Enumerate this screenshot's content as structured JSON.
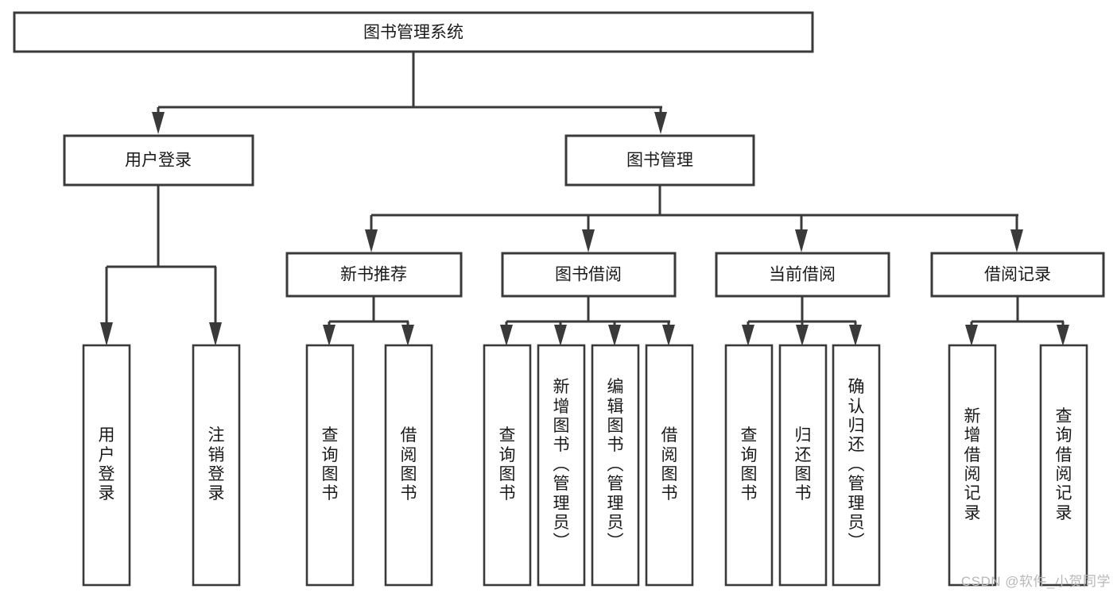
{
  "diagram": {
    "title": "图书管理系统",
    "type": "hierarchy-tree",
    "watermark": "CSDN @软件_小贺同学",
    "colors": {
      "stroke": "#3a3a3a",
      "fill": "#ffffff",
      "text": "#1a1a1a",
      "watermark": "#b8b8b8"
    },
    "levels": {
      "root": {
        "label": "图书管理系统"
      },
      "level2": [
        {
          "label": "用户登录"
        },
        {
          "label": "图书管理"
        }
      ],
      "level3": [
        {
          "label": "新书推荐"
        },
        {
          "label": "图书借阅"
        },
        {
          "label": "当前借阅"
        },
        {
          "label": "借阅记录"
        }
      ],
      "leaves": {
        "user_login": [
          {
            "label": "用户登录"
          },
          {
            "label": "注销登录"
          }
        ],
        "new_book_recommend": [
          {
            "label": "查询图书"
          },
          {
            "label": "借阅图书"
          }
        ],
        "book_borrow": [
          {
            "label": "查询图书"
          },
          {
            "label": "新增图书（管理员）"
          },
          {
            "label": "编辑图书（管理员）"
          },
          {
            "label": "借阅图书"
          }
        ],
        "current_borrow": [
          {
            "label": "查询图书"
          },
          {
            "label": "归还图书"
          },
          {
            "label": "确认归还（管理员）"
          }
        ],
        "borrow_record": [
          {
            "label": "新增借阅记录"
          },
          {
            "label": "查询借阅记录"
          }
        ]
      }
    }
  }
}
